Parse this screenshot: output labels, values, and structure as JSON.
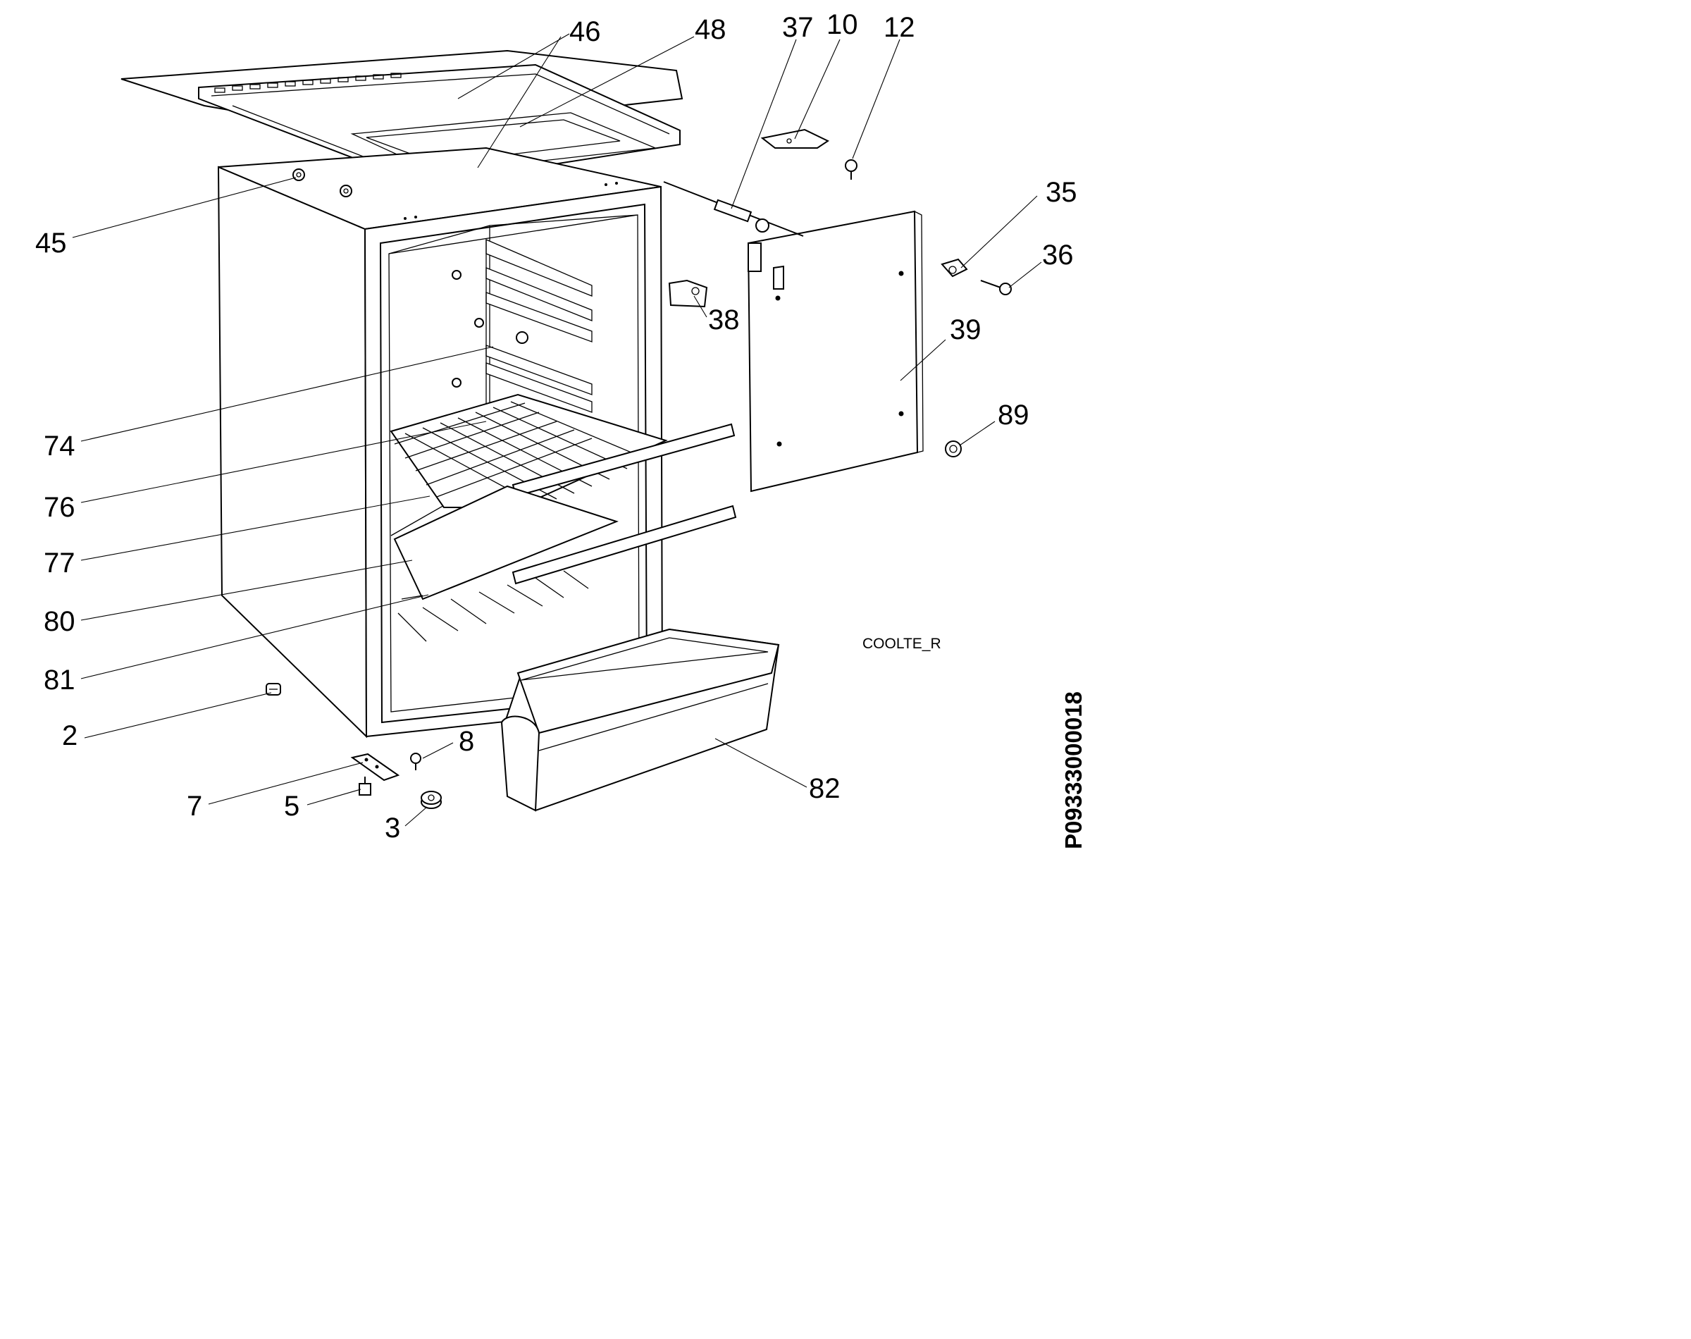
{
  "diagram": {
    "callouts": [
      "46",
      "48",
      "37",
      "10",
      "12",
      "35",
      "36",
      "38",
      "39",
      "89",
      "45",
      "74",
      "76",
      "77",
      "80",
      "81",
      "2",
      "7",
      "5",
      "8",
      "3",
      "82"
    ],
    "model_code": "COOLTE_R",
    "drawing_number": "P09333000018"
  }
}
